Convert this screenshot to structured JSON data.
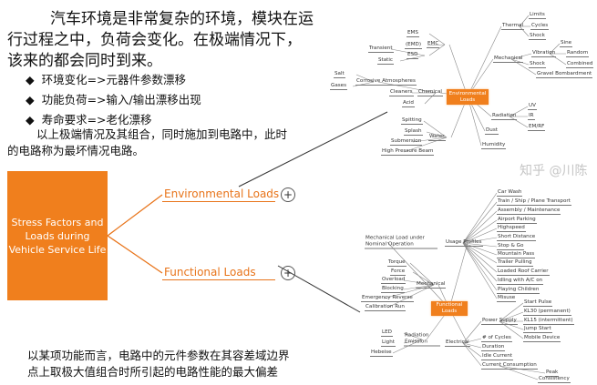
{
  "intro": {
    "lines": [
      "汽车环境是非常复杂的环境，模块在运",
      "行过程之中，负荷会变化。在极端情况下，",
      "该来的都会同时到来。"
    ]
  },
  "bullets": [
    "环境变化=>元器件参数漂移",
    "功能负荷=>输入/输出漂移出现",
    "寿命要求=>老化漂移"
  ],
  "bullet_icon": "diamond-icon",
  "para": [
    "以上极端情况及其组合，同时施加到电路中，此时",
    "的电路称为最坏情况电路。"
  ],
  "stress_box": "Stress Factors and Loads during Vehicle Service Life",
  "env_label": "Environmental Loads",
  "func_label": "Functional Loads",
  "expand_icon": "+",
  "bottom": [
    "以某项功能而言，电路中的元件参数在其容差域边界",
    "点上取极大值组合时所引起的电路性能的最大偏差"
  ],
  "env_map": {
    "center": "Environmental Loads",
    "nodes": [
      "Thermal",
      "Limits",
      "Cycles",
      "Shock",
      "Mechanical",
      "Vibration",
      "Shock",
      "Gravel Bombardment",
      "Sine",
      "Random",
      "Combined",
      "Radiation",
      "UV",
      "IR",
      "EM/RF",
      "Dust",
      "Humidity",
      "Water",
      "Spitting",
      "Splash",
      "Submersion",
      "High Pressure Beam",
      "Chemical",
      "Corrosive Atmospheres",
      "Cleaners",
      "Acid",
      "Salt",
      "Gases",
      "EMC",
      "EMS",
      "(EMD)",
      "ESD",
      "Transient",
      "Static"
    ]
  },
  "func_map": {
    "center": "Functional Loads",
    "nodes": [
      "Usage Profiles",
      "Car Wash",
      "Train / Ship / Plane Transport",
      "Assembly / Maintenance",
      "Airport Parking",
      "Highspeed",
      "Short Distance",
      "Stop & Go",
      "Mountain Pass",
      "Trailer Pulling",
      "Loaded Roof Carrier",
      "Idling with A/C on",
      "Playing Children",
      "Misuse",
      "Mechanical Load under Nominal Operation",
      "Mechanical",
      "Torque",
      "Force",
      "Overload",
      "Blocking",
      "Emergency Reverse",
      "Calibration Run",
      "Radiation Emission",
      "LED",
      "Light",
      "Hebeise",
      "Electrical",
      "Power Supply",
      "Start Pulse",
      "KL30 (permanent)",
      "KL15 (intermittent)",
      "Jump Start",
      "Mobile Device",
      "# of Cycles",
      "Duration",
      "Idle Current",
      "Current Consumption",
      "Peak",
      "Consistency"
    ]
  },
  "watermark": "知乎 @川陈"
}
